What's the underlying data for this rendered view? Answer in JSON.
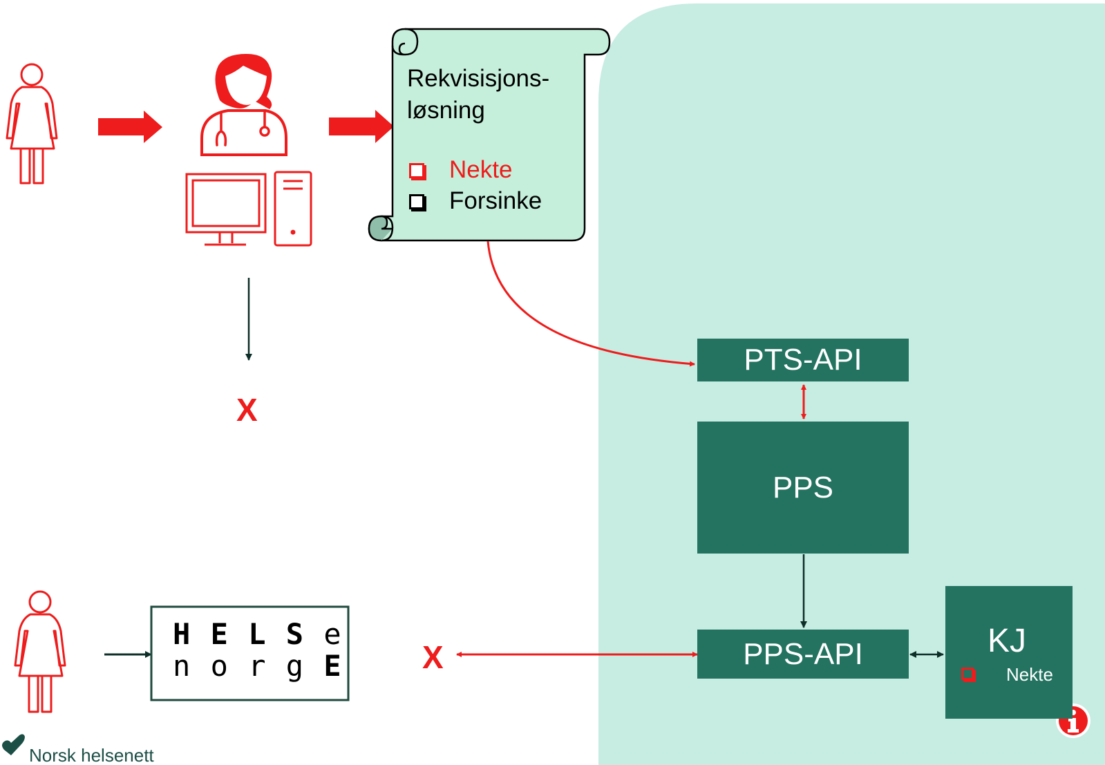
{
  "scroll": {
    "title_line1": "Rekvisisjons-",
    "title_line2": "løsning",
    "options": [
      {
        "label": "Nekte",
        "color": "#ee1c1c"
      },
      {
        "label": "Forsinke",
        "color": "#000000"
      }
    ]
  },
  "boxes": {
    "pts_api": "PTS-API",
    "pps": "PPS",
    "pps_api": "PPS-API",
    "kj": "KJ",
    "kj_option": "Nekte"
  },
  "markers": {
    "x_top": "X",
    "x_bottom": "X"
  },
  "helsenorge": {
    "row1": [
      "H",
      "E",
      "L",
      "S",
      "e"
    ],
    "row2": [
      "n",
      "o",
      "r",
      "g",
      "E"
    ]
  },
  "footer": {
    "brand": "Norsk helsenett"
  },
  "colors": {
    "accent_red": "#ee1c1c",
    "dark_green": "#237360",
    "panel_mint": "#c7ece2",
    "scroll_fill": "#c5efdb"
  },
  "icons": [
    "person-icon",
    "doctor-icon",
    "computer-icon",
    "scroll-icon",
    "info-icon",
    "heart-logo-icon"
  ]
}
